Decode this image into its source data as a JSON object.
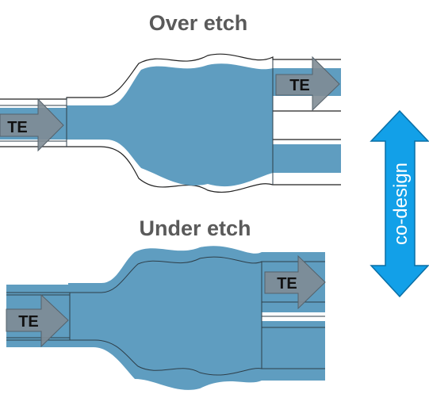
{
  "panels": {
    "over": {
      "title": "Over etch"
    },
    "under": {
      "title": "Under etch"
    }
  },
  "mode_label": "TE",
  "double_arrow_label": "co-design",
  "colors": {
    "core": "#5f9dc0",
    "outline": "#3d5a6c",
    "arrow": "#7f8c95",
    "double_arrow": "#12a0e8",
    "title_text": "#5a5a5a"
  },
  "icons": [
    "mode-arrow-icon",
    "double-headed-arrow-icon"
  ]
}
